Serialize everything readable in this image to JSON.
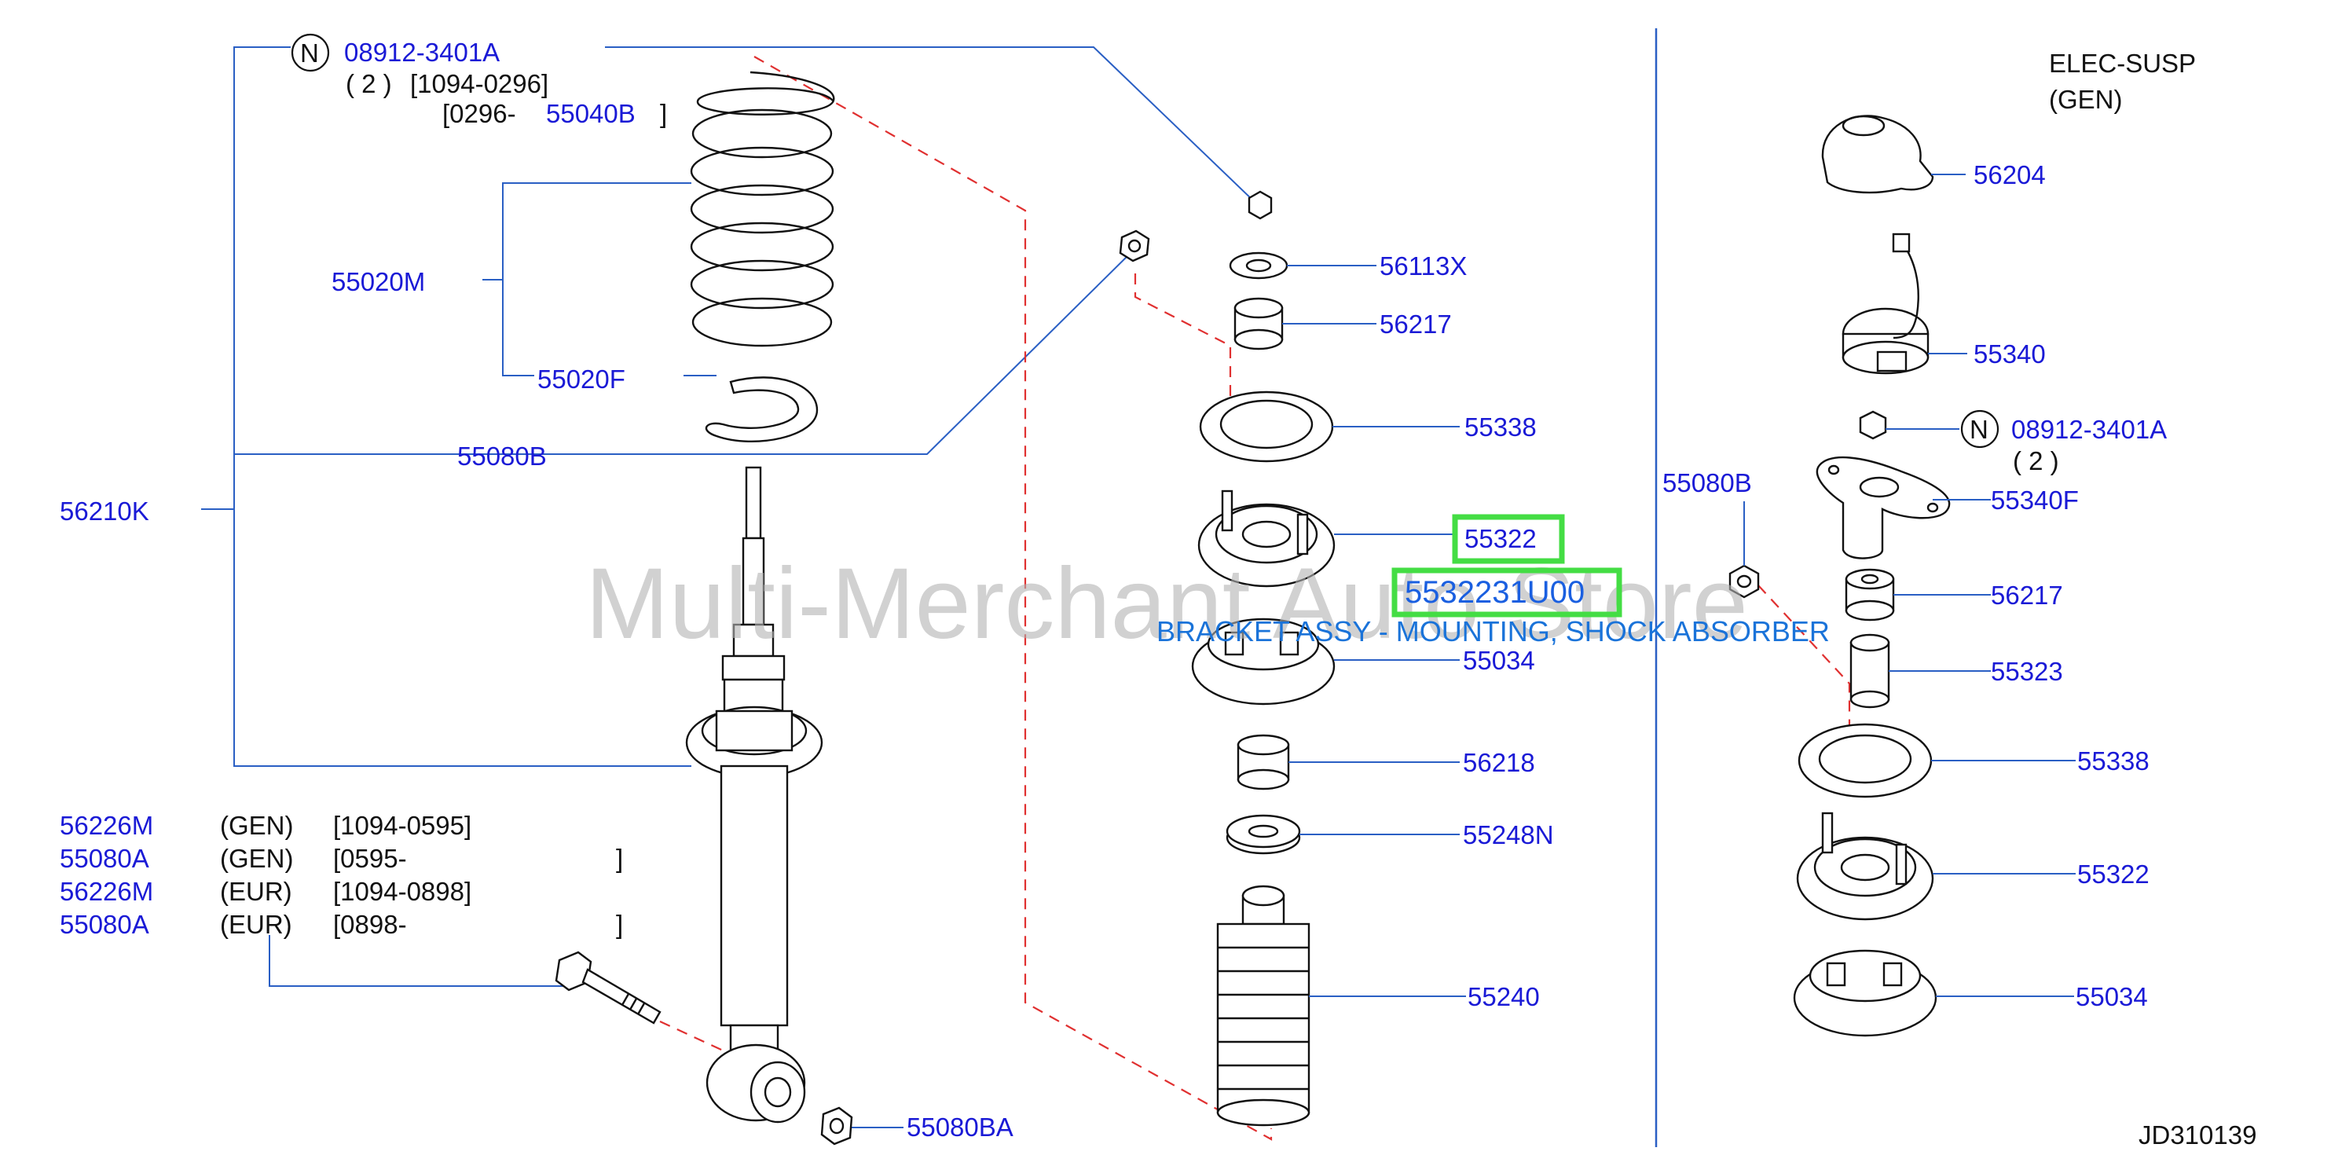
{
  "colors": {
    "label": "#1a1ad6",
    "leader": "#2a5fc4",
    "dashed": "#e03030",
    "highlight": "#44dd44",
    "selected_text": "#1a73d9",
    "watermark": "#b3b3b3"
  },
  "watermark": "Multi-Merchant Auto Store",
  "section_title": {
    "line1": "ELEC-SUSP",
    "line2": "(GEN)"
  },
  "figure_id": "JD310139",
  "nut_marker": "N",
  "left": {
    "bolt_note": {
      "part": "08912-3401A",
      "qty": "( 2 )",
      "range1": "[1094-0296]",
      "range2_prefix": "[0296-",
      "range2_part": "55040B",
      "range2_suffix": "]"
    },
    "spring_parts": [
      "55020M",
      "55020F"
    ],
    "bracket": "55080B",
    "assembly": "56210K",
    "table": [
      {
        "part": "56226M",
        "spec": "(GEN)",
        "range": "[1094-0595]"
      },
      {
        "part": "55080A",
        "spec": "(GEN)",
        "range": "[0595-",
        "close": "]"
      },
      {
        "part": "56226M",
        "spec": "(EUR)",
        "range": "[1094-0898]"
      },
      {
        "part": "55080A",
        "spec": "(EUR)",
        "range": "[0898-",
        "close": "]"
      }
    ],
    "bottom_nut": "55080BA"
  },
  "middle": {
    "parts": [
      "56113X",
      "56217",
      "55338",
      "55322",
      "55034",
      "56218",
      "55248N",
      "55240"
    ]
  },
  "selected": {
    "code": "5532231U00",
    "description": "BRACKET ASSY - MOUNTING, SHOCK ABSORBER"
  },
  "right": {
    "parts": [
      "56204",
      "55340",
      "55340F",
      "56217",
      "55323",
      "55338",
      "55322",
      "55034"
    ],
    "bolt_note": {
      "part": "08912-3401A",
      "qty": "( 2 )"
    },
    "bracket": "55080B"
  }
}
